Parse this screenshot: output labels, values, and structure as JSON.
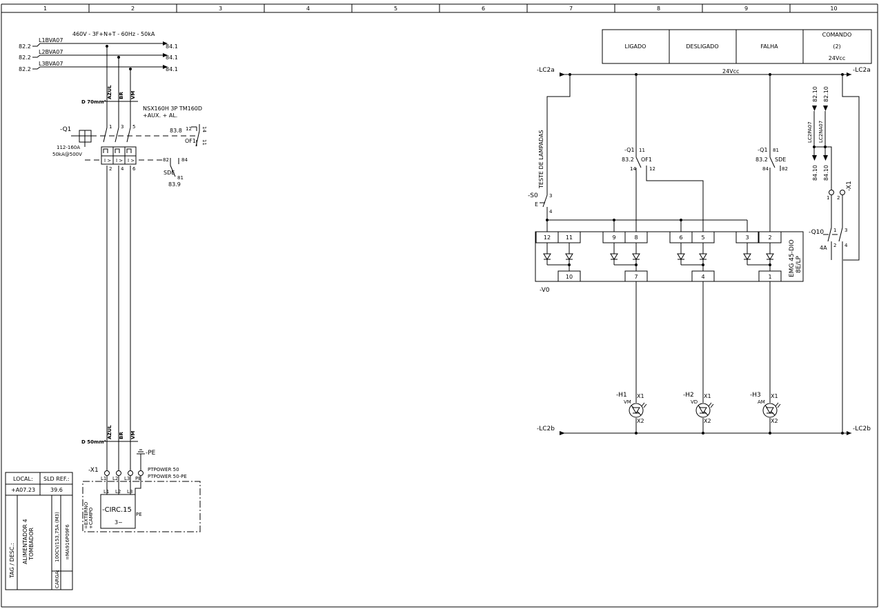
{
  "columns": [
    "1",
    "2",
    "3",
    "4",
    "5",
    "6",
    "7",
    "8",
    "9",
    "10"
  ],
  "power": {
    "supply_label": "460V - 3F+N+T - 60Hz - 50kA",
    "lines": [
      {
        "from": "82.2",
        "name": "L1BVA07",
        "to": "84.1"
      },
      {
        "from": "82.2",
        "name": "L2BVA07",
        "to": "84.1"
      },
      {
        "from": "82.2",
        "name": "L3BVA07",
        "to": "84.1"
      }
    ],
    "cable_top": "D 70mm²",
    "cable_bottom": "D 50mm²",
    "wire_tags": [
      "AZUL",
      "BR",
      "VM"
    ],
    "breaker": {
      "tag": "-Q1",
      "model": "NSX160H 3P TM160D",
      "model_sub": "+AUX. + AL.",
      "range": "112-160A",
      "rating": "50kA@500V",
      "terminals_top": [
        "1",
        "3",
        "5"
      ],
      "terminals_bottom": [
        "2",
        "4",
        "6"
      ],
      "trip_glyph": "I >",
      "of1": {
        "ref": "83.8",
        "t_a": "12",
        "t_b": "14",
        "t_c": "11",
        "name": "OF1"
      },
      "sde": {
        "t_a": "82",
        "t_b": "84",
        "name": "SDE",
        "t_c": "81",
        "ref": "83.9"
      }
    },
    "pe_label": "-PE",
    "terminal_strip": {
      "tag": "-X1",
      "terms": [
        "L1",
        "L2",
        "L3",
        "PE"
      ],
      "cable_a": "PTPOWER 50",
      "cable_b": "PTPOWER 50-PE"
    },
    "motor": {
      "tag": "-CIRC.15",
      "phases": "3~",
      "terms": [
        "L1",
        "L2",
        "L3"
      ],
      "pe": "PE",
      "location": "=EXTERNO",
      "location_sub": "+CAMPO"
    }
  },
  "info_table": {
    "local_label": "LOCAL:",
    "sld_label": "SLD REF.:",
    "local_value": "+A07.23",
    "sld_value": "39.6",
    "tag_label": "TAG / DESC.:",
    "desc_line1": "ALIMENTADOR 4",
    "desc_line2": "TOMBADOR",
    "load_value": "100CV/153,75A (M3)",
    "load_tag": "=MA916P09F6",
    "load_label": "CARGA:"
  },
  "header": {
    "cells": [
      "LIGADO",
      "DESLIGADO",
      "FALHA"
    ],
    "command": [
      "COMANDO",
      "(2)",
      "24Vcc"
    ]
  },
  "control": {
    "rail_top": "-LC2a",
    "rail_top_right": "-LC2a",
    "rail_voltage": "24Vcc",
    "rail_bottom": "-LC2b",
    "rail_bottom_right": "-LC2b",
    "test_label": "TESTE DE LAMPADAS",
    "s0": {
      "tag": "-S0",
      "sub": "E",
      "t_a": "3",
      "t_b": "4"
    },
    "q1_of1": {
      "tag": "-Q1",
      "t_a": "11",
      "ref": "83.2",
      "name": "OF1",
      "t_b": "14",
      "t_c": "12"
    },
    "q1_sde": {
      "tag": "-Q1",
      "t_a": "81",
      "ref": "83.2",
      "name": "SDE",
      "t_b": "84",
      "t_c": "82"
    },
    "x1": {
      "tag": "-X1",
      "t_a": "1",
      "t_b": "2"
    },
    "q10": {
      "tag": "-Q10",
      "rating": "4A",
      "terms": [
        "1",
        "2",
        "3",
        "4"
      ]
    },
    "feeders": [
      {
        "ref": "82.10",
        "name": "LC2PA07",
        "to": "84.10"
      },
      {
        "ref": "82.10",
        "name": "LC2NA07",
        "to": "84.10"
      }
    ],
    "module": {
      "tag": "-V0",
      "name": "EMG 45-DIO",
      "sub": "8E/LP",
      "top_terms": [
        "12",
        "11",
        "9",
        "8",
        "6",
        "5",
        "3",
        "2"
      ],
      "bottom_terms": [
        "10",
        "7",
        "4",
        "1"
      ]
    },
    "lamps": [
      {
        "tag": "-H1",
        "color": "VM",
        "t_a": "X1",
        "t_b": "X2"
      },
      {
        "tag": "-H2",
        "color": "VD",
        "t_a": "X1",
        "t_b": "X2"
      },
      {
        "tag": "-H3",
        "color": "AM",
        "t_a": "X1",
        "t_b": "X2"
      }
    ]
  }
}
